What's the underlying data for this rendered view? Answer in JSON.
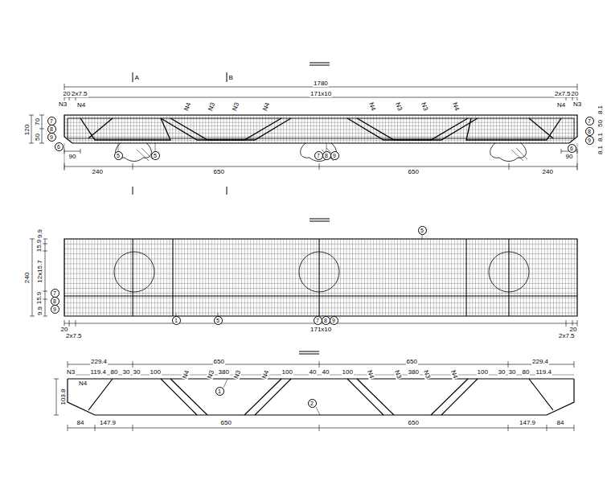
{
  "diagram": {
    "labels": [
      "A",
      "B",
      "1780",
      "20",
      "2x7.5",
      "171x10",
      "2x7.5",
      "20",
      "N3",
      "N4",
      "N4",
      "N3",
      "N3",
      "N4",
      "N4",
      "N3",
      "N3",
      "N4",
      "N4",
      "N3",
      "120",
      "70",
      "50",
      "7",
      "8",
      "9",
      "6",
      "7",
      "8",
      "9",
      "6",
      "8.1",
      "50",
      "8.1",
      "8.1",
      "90",
      "5",
      "5",
      "7",
      "8",
      "9",
      "90",
      "240",
      "650",
      "650",
      "240",
      "5",
      "9.9",
      "15.9",
      "240",
      "12x15.7",
      "15.9",
      "9.9",
      "7",
      "8",
      "9",
      "1",
      "5",
      "7",
      "8",
      "9",
      "20",
      "2x7.5",
      "171x10",
      "20",
      "2x7.5",
      "229.4",
      "650",
      "650",
      "229.4",
      "N3",
      "119.4",
      "80",
      "30",
      "30",
      "100",
      "N4",
      "N3",
      "380",
      "N3",
      "N4",
      "100",
      "40",
      "40",
      "100",
      "N4",
      "N3",
      "380",
      "N3",
      "N4",
      "100",
      "30",
      "30",
      "80",
      "119.4",
      "N4",
      "103.8",
      "1",
      "2",
      "84",
      "147.9",
      "650",
      "650",
      "147.9",
      "84"
    ]
  }
}
